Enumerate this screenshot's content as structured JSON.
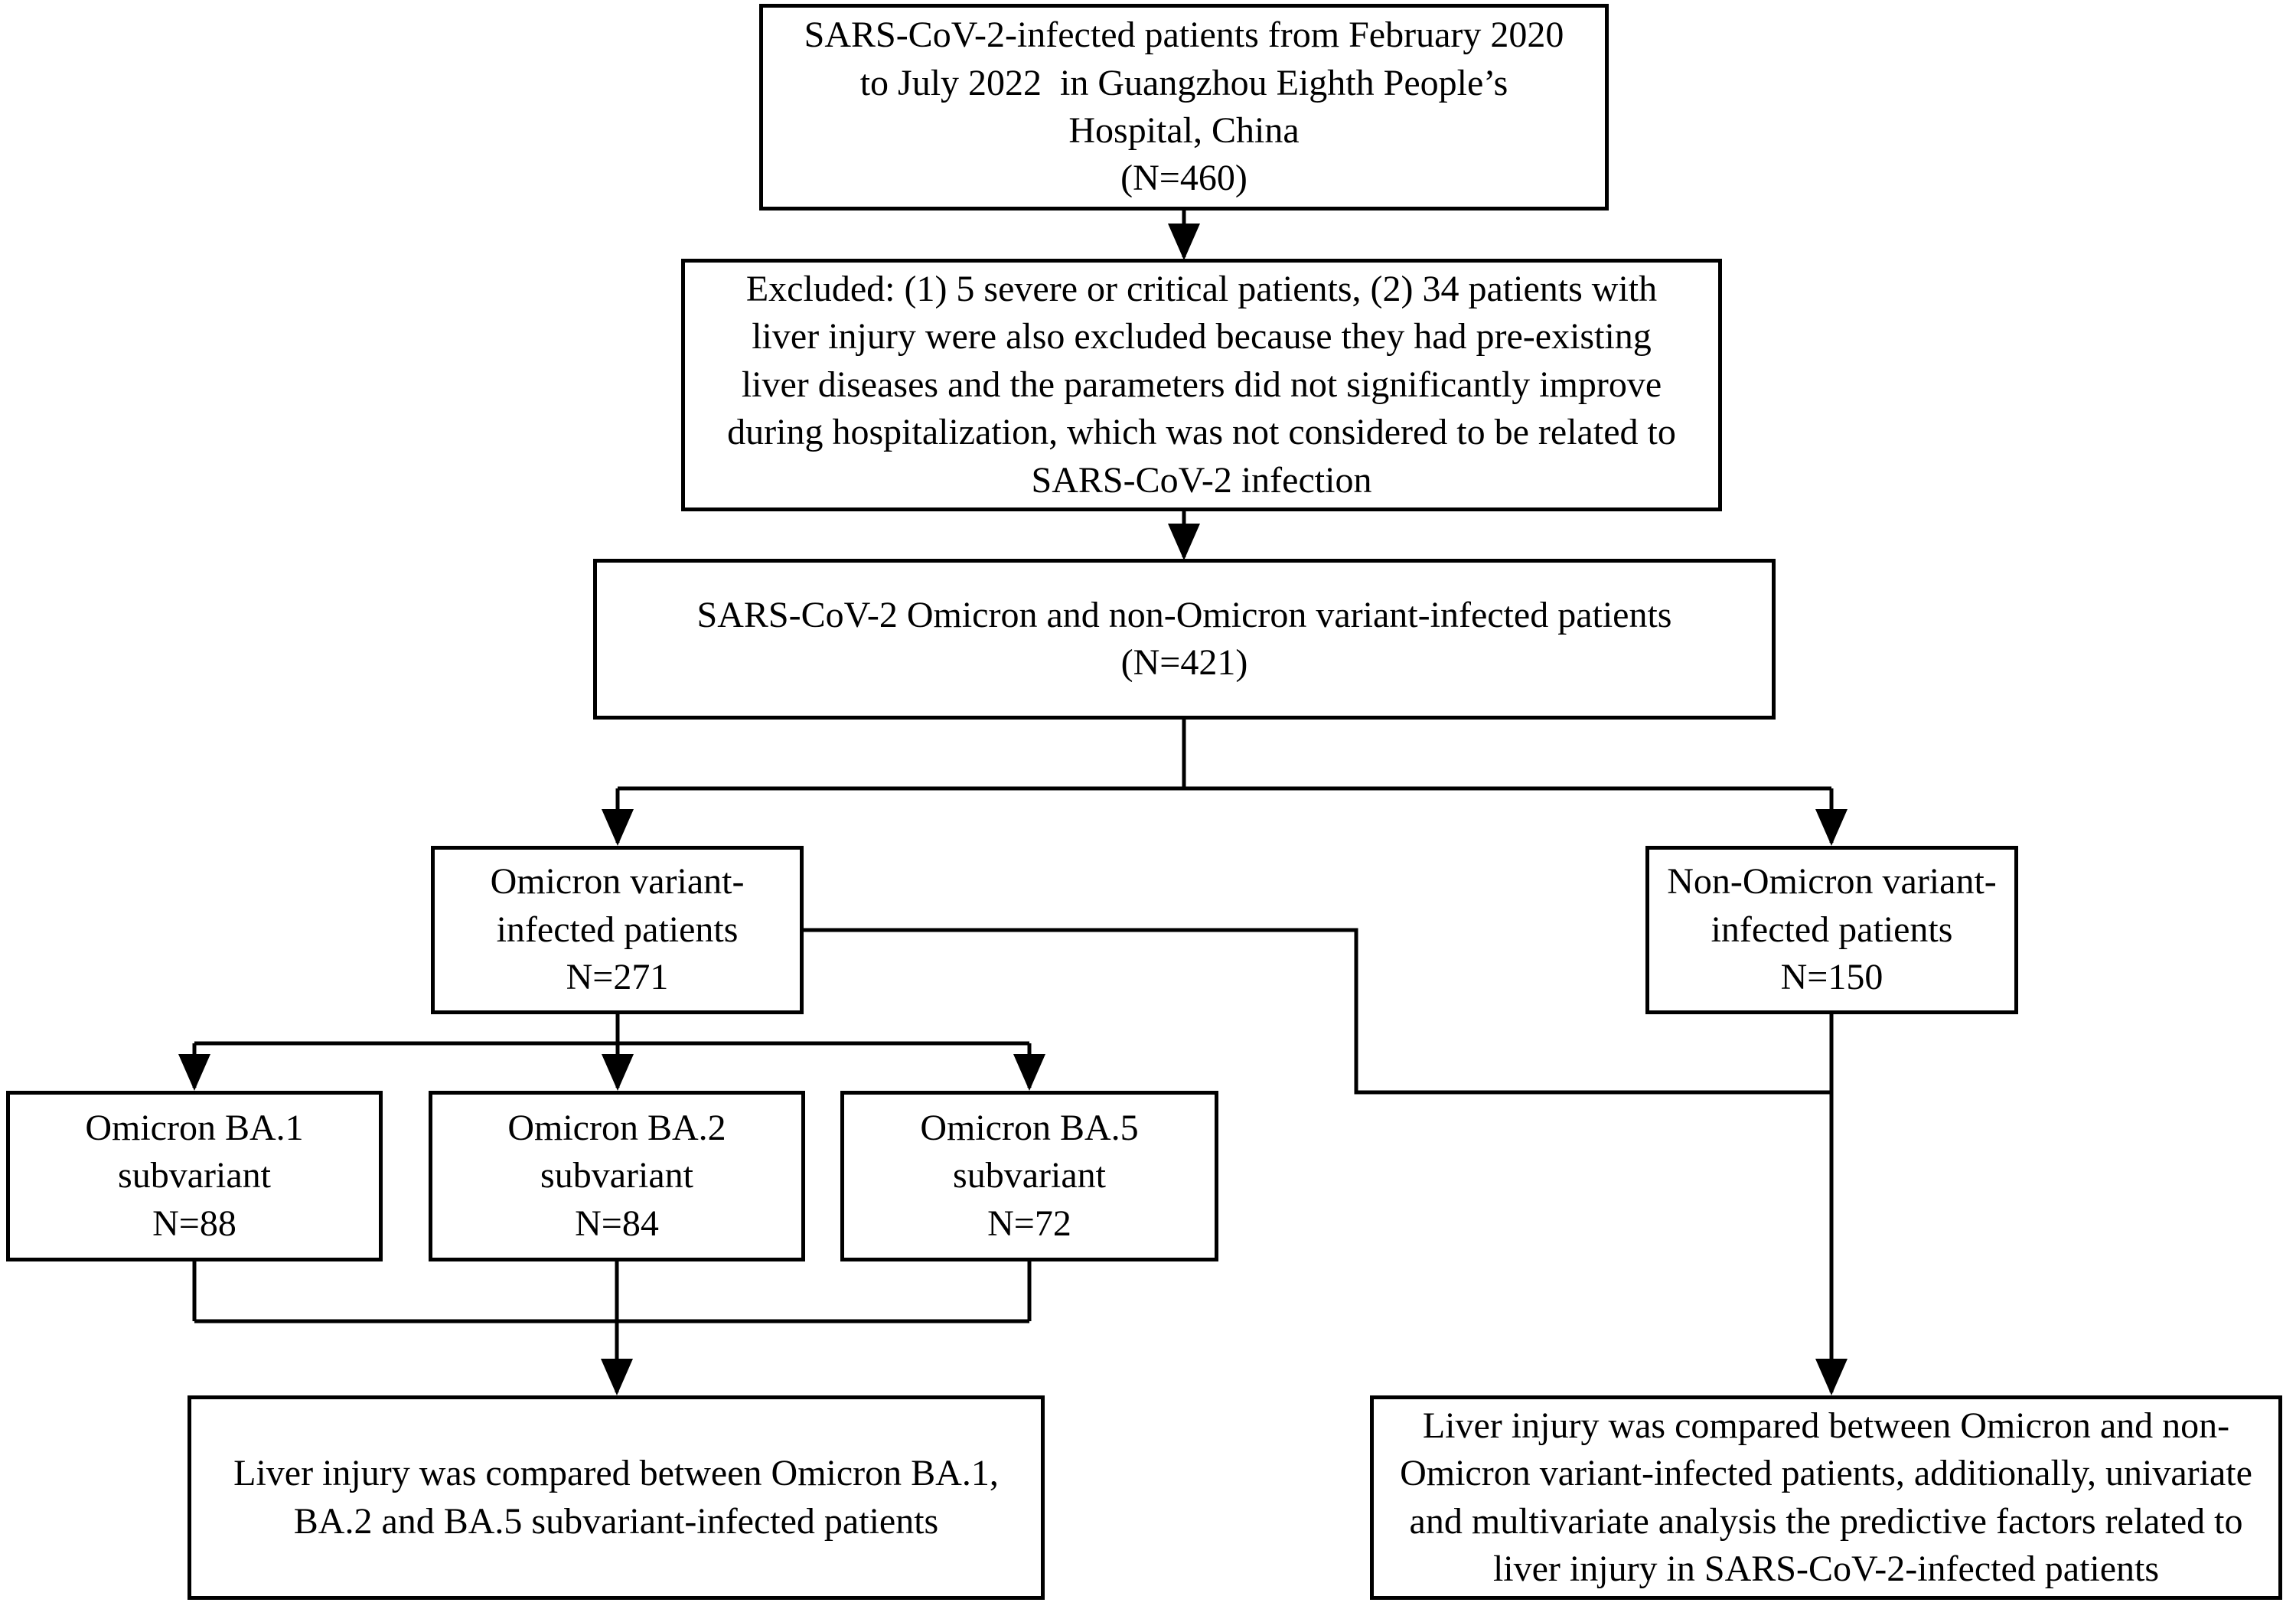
{
  "figure": {
    "background": "#ffffff",
    "line_color": "#000000",
    "text_color": "#000000"
  },
  "boxes": {
    "enrollment": {
      "lines": [
        "SARS-CoV-2-infected patients from February 2020",
        "to July 2022  in Guangzhou Eighth People’s",
        "Hospital, China",
        "(N=460)"
      ]
    },
    "excluded": {
      "lines": [
        "Excluded: (1) 5 severe or critical patients, (2) 34 patients with",
        "liver injury were also excluded because they had pre-existing",
        "liver diseases and the parameters did not significantly improve",
        "during hospitalization, which was not considered to be related to",
        "SARS-CoV-2 infection"
      ]
    },
    "cohort": {
      "lines": [
        "SARS-CoV-2 Omicron and non-Omicron variant-infected patients",
        "(N=421)"
      ]
    },
    "omicron": {
      "lines": [
        "Omicron variant-",
        "infected patients",
        "N=271"
      ]
    },
    "non_omicron": {
      "lines": [
        "Non-Omicron variant-",
        "infected patients",
        "N=150"
      ]
    },
    "ba1": {
      "lines": [
        "Omicron BA.1",
        "subvariant",
        "N=88"
      ]
    },
    "ba2": {
      "lines": [
        "Omicron BA.2",
        "subvariant",
        "N=84"
      ]
    },
    "ba5": {
      "lines": [
        "Omicron BA.5",
        "subvariant",
        "N=72"
      ]
    },
    "compare_subvariants": {
      "lines": [
        "Liver injury was compared between Omicron BA.1,",
        "BA.2 and BA.5 subvariant-infected patients"
      ]
    },
    "compare_variants": {
      "lines": [
        "Liver injury was compared between Omicron and non-",
        "Omicron variant-infected patients, additionally, univariate",
        "and multivariate analysis the predictive factors related to",
        "liver injury in SARS-CoV-2-infected patients"
      ]
    }
  }
}
